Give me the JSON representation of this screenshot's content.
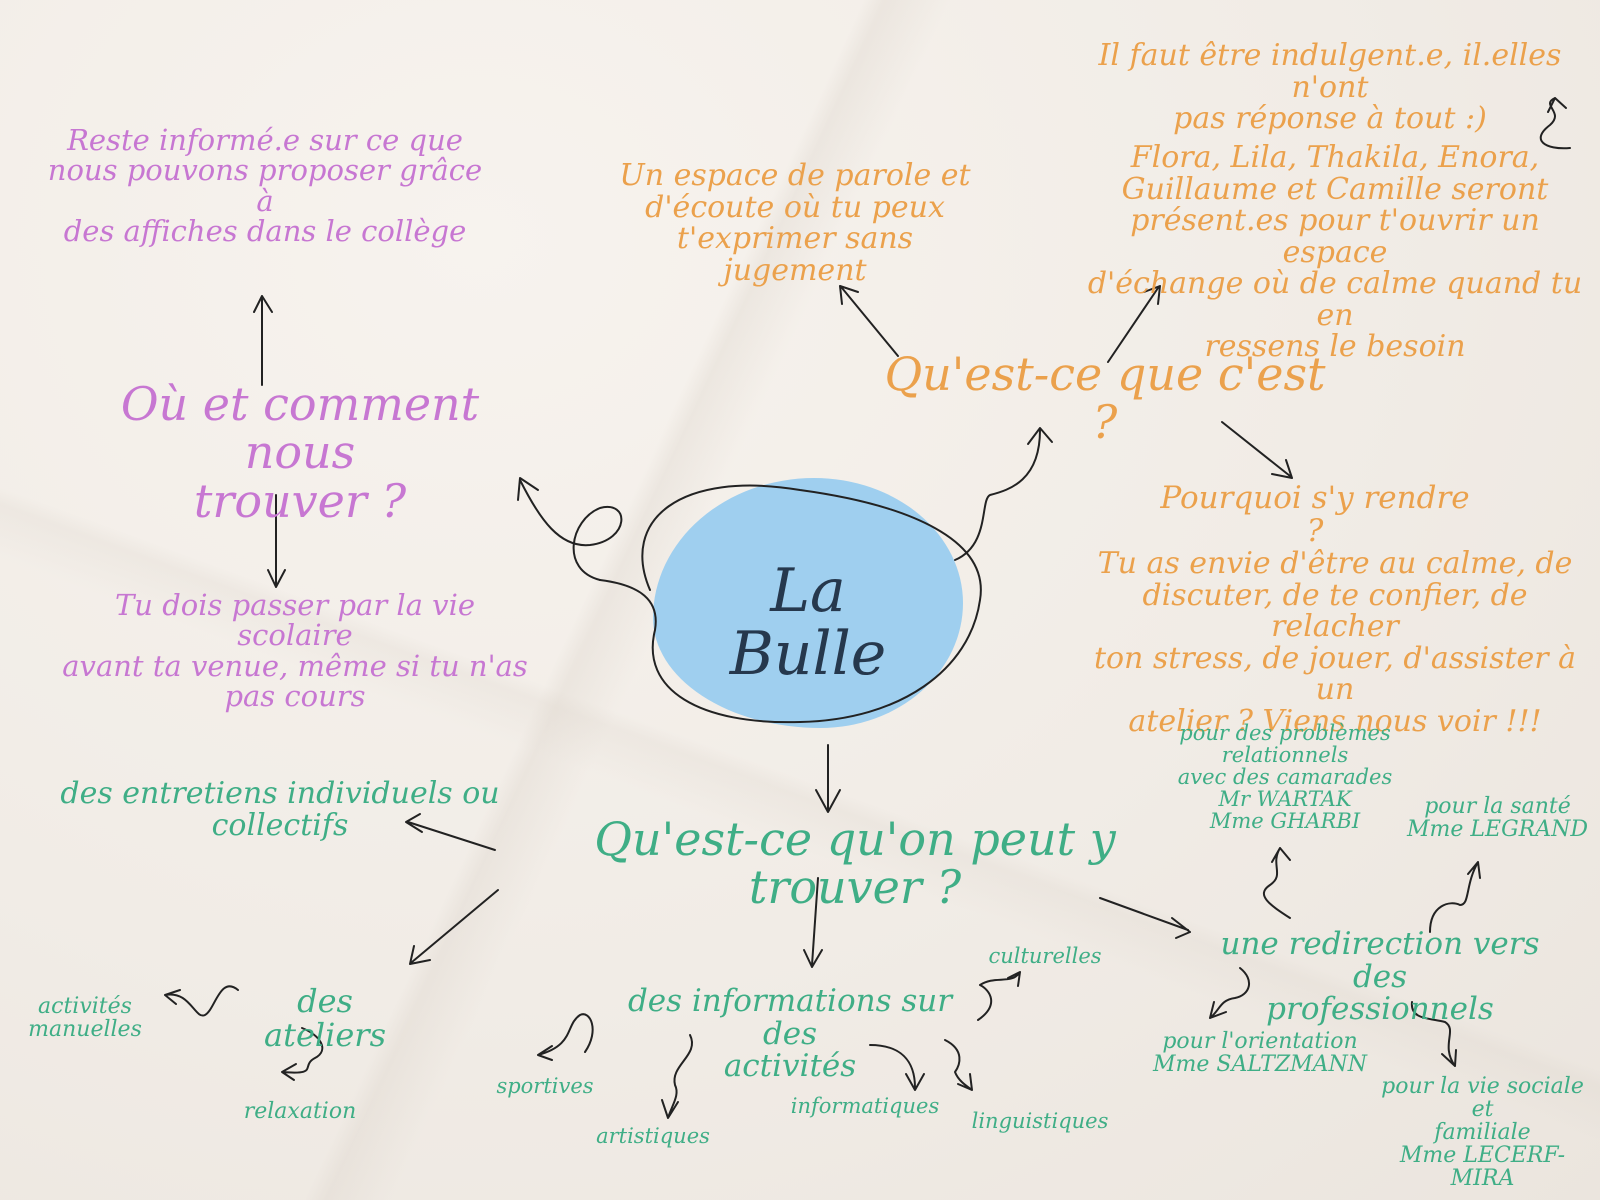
{
  "center": {
    "title": "La Bulle"
  },
  "colors": {
    "purple": "#c777d2",
    "orange": "#eba14c",
    "green": "#3fae86",
    "blob": "#9fcfef",
    "ink": "#222222"
  },
  "where": {
    "heading": "Où et comment nous\ntrouver ?",
    "info": "Reste informé.e sur ce que\nnous pouvons proposer grâce à\ndes affiches dans le collège",
    "passage": "Tu dois passer par la vie scolaire\navant ta venue, même si tu n'as\npas cours"
  },
  "what": {
    "heading": "Qu'est-ce que c'est ?",
    "space": "Un espace de parole et\nd'écoute où tu peux\nt'exprimer sans jugement",
    "indulgent": "Il faut être indulgent.e, il.elles n'ont\npas réponse à tout :)",
    "team": "Flora, Lila, Thakila, Enora,\nGuillaume et Camille seront\nprésent.es pour t'ouvrir un espace\nd'échange où de calme quand tu en\nressens le besoin",
    "why_heading": "Pourquoi s'y rendre ?",
    "why_text": "Tu as envie d'être au calme, de\ndiscuter, de te confier, de relacher\nton stress, de jouer, d'assister à un\natelier ? Viens nous voir !!!"
  },
  "find": {
    "heading": "Qu'est-ce qu'on peut y trouver ?",
    "interviews": "des entretiens individuels ou\ncollectifs",
    "workshops": {
      "label": "des ateliers",
      "manual": "activités\nmanuelles",
      "relax": "relaxation"
    },
    "activities": {
      "label": "des informations sur des\nactivités",
      "sport": "sportives",
      "art": "artistiques",
      "it": "informatiques",
      "lang": "linguistiques",
      "culture": "culturelles"
    },
    "pros": {
      "label": "une redirection vers des\nprofessionnels",
      "relational": "pour des problèmes\nrelationnels\navec des camarades\nMr WARTAK\nMme GHARBI",
      "health": "pour la santé\nMme LEGRAND",
      "orientation": "pour l'orientation\nMme SALTZMANN",
      "social": "pour la vie sociale et\nfamiliale\nMme LECERF-MIRA"
    }
  }
}
